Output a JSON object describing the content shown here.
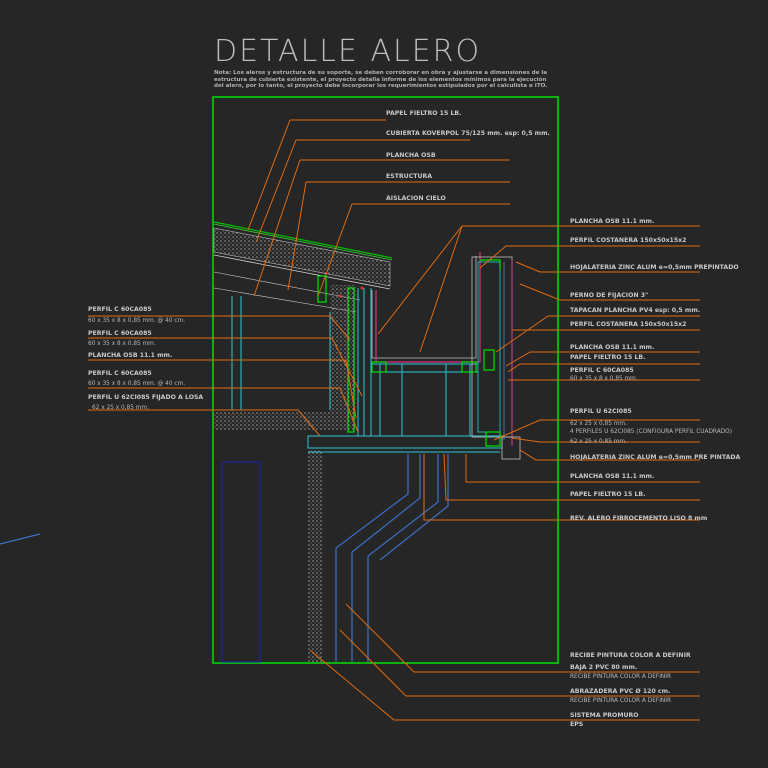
{
  "title": "DETALLE ALERO",
  "note": "Nota: Los aleros y estructura de su soporte, se deben corroborar en obra y ajustarse a dimensiones de la estructura de cubierta existente, el proyecto detalla informe de los elementos mínimos para la ejecución del alero, por lo tanto, el proyecto debe incorporar los requerimientos estipulados por el calculista e ITO.",
  "labels": {
    "papel_fieltro_top": "PAPEL FIELTRO 15 LB.",
    "cubierta": "CUBIERTA KOVERPOL 75/125 mm. esp: 0,5 mm.",
    "plancha_osb_top": "PLANCHA OSB",
    "estructura": "ESTRUCTURA",
    "aislacion": "AISLACION CIELO",
    "plancha_osb_111_r1": "PLANCHA OSB 11.1 mm.",
    "perfil_costanera_1": "PERFIL COSTANERA 150x50x15x2",
    "hojalateria_1": "HOJALATERIA ZINC ALUM e=0,5mm PREPINTADO",
    "perno": "PERNO DE FIJACION 3\"",
    "tapacan": "TAPACAN PLANCHA PV4 esp: 0,5 mm.",
    "perfil_costanera_2": "PERFIL COSTANERA 150x50x15x2",
    "plancha_osb_111_r2": "PLANCHA OSB 11.1 mm.",
    "papel_fieltro_r": "PAPEL FIELTRO 15 LB.",
    "perfil_c_r": "PERFIL C 60CA085",
    "perfil_c_r_sub": "60 x 35 x 8 x 0,85 mm.",
    "perfil_u_r": "PERFIL U 62CI085",
    "perfil_u_r_sub1": "62 x 25 x 0,85 mm.",
    "perfil_u_r_sub2": "4 PERFILES U 62CI085 (CONFIGURA PERFIL CUADRADO)",
    "perfil_u_r_sub3": "62 x 25 x 0,85 mm.",
    "hojalateria_2": "HOJALATERIA ZINC ALUM e=0,5mm PRE PINTADA",
    "plancha_osb_111_r3": "PLANCHA OSB 11.1 mm.",
    "papel_fieltro_r2": "PAPEL FIELTRO 15 LB.",
    "rev_alero": "REV.    ALERO FIBROCEMENTO       LISO 8 mm",
    "recibe_1": "RECIBE PINTURA COLOR A DEFINIR",
    "bajada": "BAJA 2 PVC 80 mm.",
    "recibe_2": "RECIBE PINTURA COLOR A DEFINIR",
    "abrazadera": "ABRAZADERA PVC Ø 120 cm.",
    "recibe_3": "RECIBE PINTURA COLOR A DEFINIR",
    "sistema": "SISTEMA PROMURO",
    "eps": "EPS",
    "l_perfil_c1": "PERFIL C 60CA085",
    "l_perfil_c1_sub": "60 x 35 x 8 x 0,85 mm. @ 40 cm.",
    "l_perfil_c2": "PERFIL C 60CA085",
    "l_perfil_c2_sub": "60 x 35 x 8 x 0,85 mm.",
    "l_plancha_osb": "PLANCHA OSB 11.1 mm.",
    "l_perfil_c3": "PERFIL C 60CA085",
    "l_perfil_c3_sub": "60 x 35 x 8 x 0,85 mm. @ 40 cm.",
    "l_perfil_u": "PERFIL U 62CI085 FIJADO A LOSA",
    "l_perfil_u_sub": "62 x 25 x 0,85 mm."
  }
}
